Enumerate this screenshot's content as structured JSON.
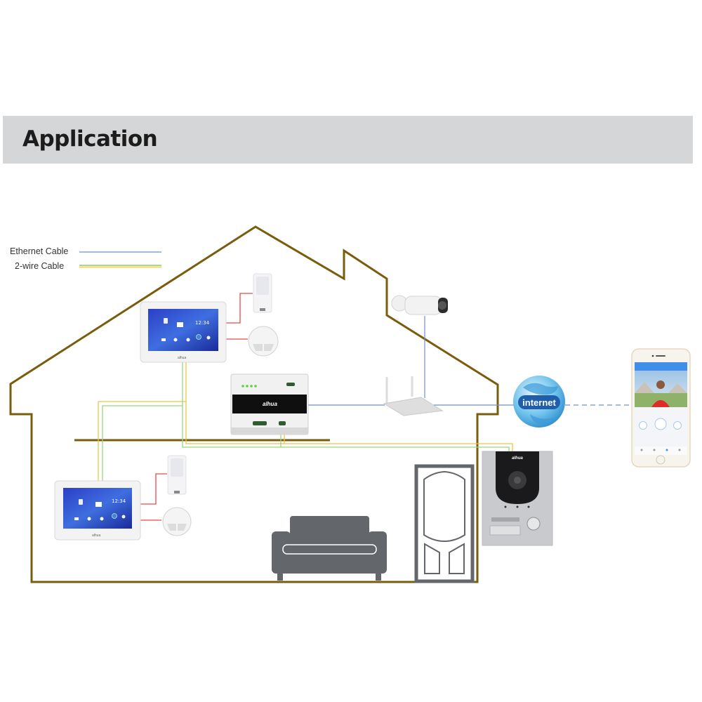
{
  "header": {
    "title": "Application"
  },
  "legend": {
    "items": [
      {
        "label": "Ethernet Cable",
        "color": "#6f8fc4"
      },
      {
        "label": "2-wire Cable",
        "colors": [
          "#a6d98a",
          "#f5d56a"
        ]
      }
    ]
  },
  "colors": {
    "house_outline": "#7a5c0d",
    "ethernet": "#6f8fc4",
    "two_wire_green": "#9bd67e",
    "two_wire_yellow": "#f2c24a",
    "alarm_wire": "#e84a4a",
    "furniture": "#63666a",
    "header_band": "#d5d6d8"
  },
  "devices": {
    "indoor_monitor_upper": {
      "clock": "12:34",
      "brand": "alhua"
    },
    "indoor_monitor_lower": {
      "clock": "12:34",
      "brand": "alhua"
    },
    "switch": {
      "brand": "alhua"
    },
    "door_station": {
      "brand": "alhua"
    },
    "globe": {
      "label": "internet"
    },
    "ip_camera": {},
    "router": {},
    "smartphone": {}
  }
}
